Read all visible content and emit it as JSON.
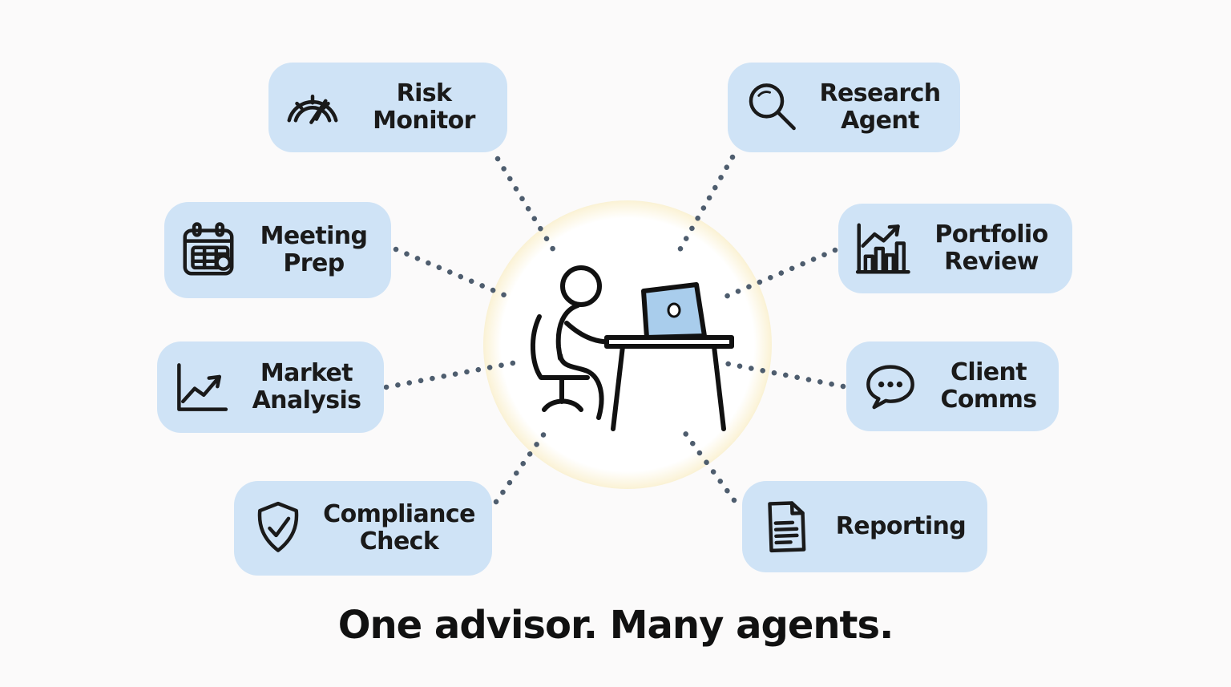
{
  "caption": "One advisor. Many agents.",
  "center": {
    "figure": "advisor seated at desk working on laptop",
    "icon": "advisor-at-desk-icon"
  },
  "colors": {
    "background": "#fbfafa",
    "box_bg": "#cfe3f6",
    "ink": "#1a1a1a",
    "dot": "#4e5d6e",
    "glow": "#f0dda2",
    "laptop_screen": "#a9cdec"
  },
  "agents": [
    {
      "id": "risk-monitor",
      "label_line1": "Risk",
      "label_line2": "Monitor",
      "icon": "gauge-icon"
    },
    {
      "id": "research-agent",
      "label_line1": "Research",
      "label_line2": "Agent",
      "icon": "magnifier-icon"
    },
    {
      "id": "meeting-prep",
      "label_line1": "Meeting",
      "label_line2": "Prep",
      "icon": "calendar-icon"
    },
    {
      "id": "portfolio-review",
      "label_line1": "Portfolio",
      "label_line2": "Review",
      "icon": "bar-chart-icon"
    },
    {
      "id": "market-analysis",
      "label_line1": "Market",
      "label_line2": "Analysis",
      "icon": "line-chart-icon"
    },
    {
      "id": "client-comms",
      "label_line1": "Client",
      "label_line2": "Comms",
      "icon": "speech-bubble-icon"
    },
    {
      "id": "compliance-check",
      "label_line1": "Compliance",
      "label_line2": "Check",
      "icon": "shield-check-icon"
    },
    {
      "id": "reporting",
      "label_line1": "Reporting",
      "label_line2": "",
      "icon": "document-icon"
    }
  ]
}
